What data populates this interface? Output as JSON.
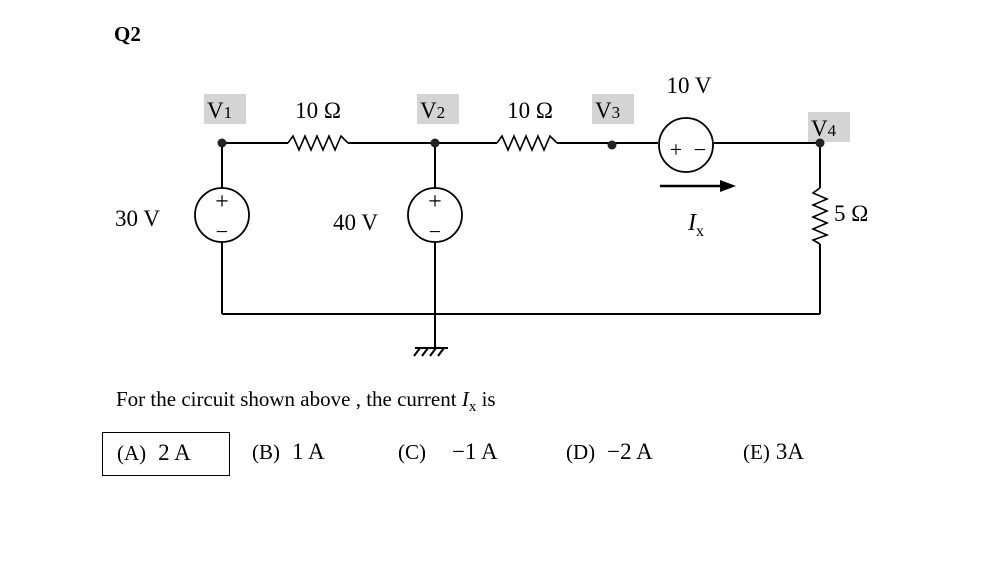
{
  "question_number": "Q2",
  "circuit": {
    "nodes": [
      {
        "id": "v1",
        "label": "V",
        "sub": "1"
      },
      {
        "id": "v2",
        "label": "V",
        "sub": "2"
      },
      {
        "id": "v3",
        "label": "V",
        "sub": "3"
      },
      {
        "id": "v4",
        "label": "V",
        "sub": "4"
      }
    ],
    "resistor_v1_v2": "10 Ω",
    "resistor_v2_v3": "10 Ω",
    "resistor_v4": "5 Ω",
    "source_v1": "30 V",
    "source_v2": "40 V",
    "source_v3_v4": "10 V",
    "current_symbol": "I",
    "current_sub": "x",
    "plus_sign": "+",
    "minus_sign": "−"
  },
  "question": {
    "text_before": "For the circuit shown above , the current ",
    "symbol": "I",
    "sub": "x",
    "text_after": " is"
  },
  "options": [
    {
      "letter": "(A)",
      "value": "2 A",
      "selected": true
    },
    {
      "letter": "(B)",
      "value": "1 A"
    },
    {
      "letter": "(C)",
      "value": "−1 A"
    },
    {
      "letter": "(D)",
      "value": "−2 A"
    },
    {
      "letter": "(E)",
      "value": "3A"
    }
  ]
}
